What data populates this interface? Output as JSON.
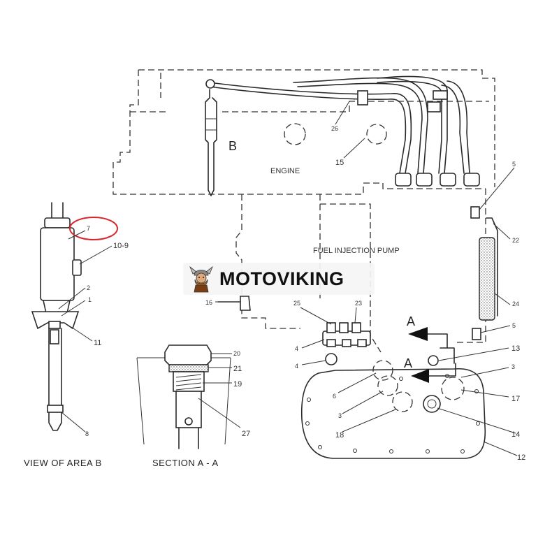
{
  "diagram": {
    "main_labels": {
      "engine": "ENGINE",
      "fuel_injection_pump": "FUEL INJECTION PUMP",
      "area_b": "B",
      "arrow_a_top": "A",
      "arrow_a_bottom": "A"
    },
    "captions": {
      "view_of_area_b": "VIEW OF AREA B",
      "section_a_a": "SECTION  A - A"
    },
    "callouts": {
      "c26": "26",
      "c15": "15",
      "c5_top": "5",
      "c22": "22",
      "c24": "24",
      "c5_bottom": "5",
      "c16": "16",
      "c25": "25",
      "c23": "23",
      "c4_top": "4",
      "c4_bottom": "4",
      "c13": "13",
      "c3_right": "3",
      "c17": "17",
      "c6": "6",
      "c3_left": "3",
      "c18": "18",
      "c14": "14",
      "c12": "12",
      "c7": "7",
      "c10_9": "10-9",
      "c2": "2",
      "c1": "1",
      "c11": "11",
      "c8": "8",
      "c20": "20",
      "c21": "21",
      "c19": "19",
      "c27": "27"
    },
    "highlight_color": "#d9262c"
  },
  "watermark": {
    "brand": "MOTOVIKING"
  }
}
